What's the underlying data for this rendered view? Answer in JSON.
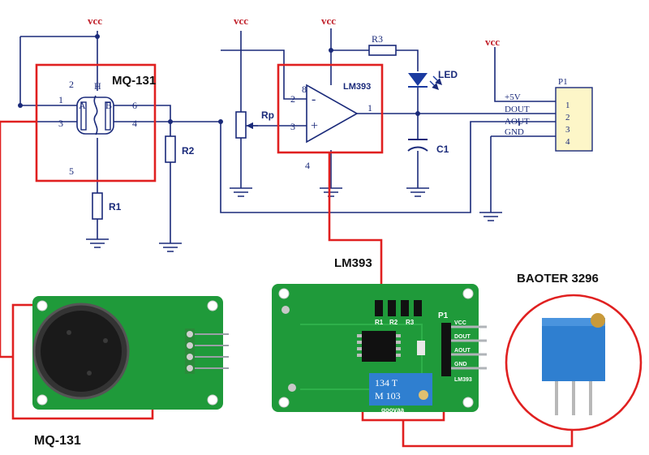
{
  "schematic": {
    "vcc_labels": [
      "vcc",
      "vcc",
      "vcc",
      "vcc"
    ],
    "sensor": {
      "title": "MQ-131",
      "heater_label": "H",
      "a_label": "A",
      "b_label": "B",
      "pins": [
        "1",
        "2",
        "3",
        "4",
        "5",
        "6"
      ]
    },
    "resistors": {
      "r1": "R1",
      "r2": "R2",
      "r3": "R3",
      "rp": "Rp"
    },
    "comparator": {
      "title": "LM393",
      "pin_8": "8",
      "pin_2": "2",
      "pin_3": "3",
      "pin_1": "1",
      "pin_4": "4",
      "minus": "-",
      "plus": "+"
    },
    "led_label": "LED",
    "capacitor_label": "C1",
    "header": {
      "name": "P1",
      "pins": [
        "1",
        "2",
        "3",
        "4"
      ],
      "signals": [
        "+5V",
        "DOUT",
        "AOUT",
        "GND"
      ]
    }
  },
  "photos": {
    "sensor_caption": "MQ-131",
    "comparator_caption": "LM393",
    "potentiometer_caption": "BAOTER 3296",
    "board": {
      "header_label": "P1",
      "silk_labels": [
        "VCC",
        "DOUT",
        "AOUT",
        "GND"
      ],
      "resistor_labels": [
        "R1",
        "R2",
        "R3"
      ],
      "chip_label": "LM393",
      "pot_text_top": "134 T",
      "pot_text_bottom": "M 103",
      "brand": "goovaa"
    }
  },
  "colors": {
    "wire": "#1a2a7a",
    "highlight": "#e02020",
    "vcc": "#c0202a",
    "pcb": "#1f9a3a",
    "pot": "#2f7fd0",
    "led": "#1a3aa0"
  }
}
